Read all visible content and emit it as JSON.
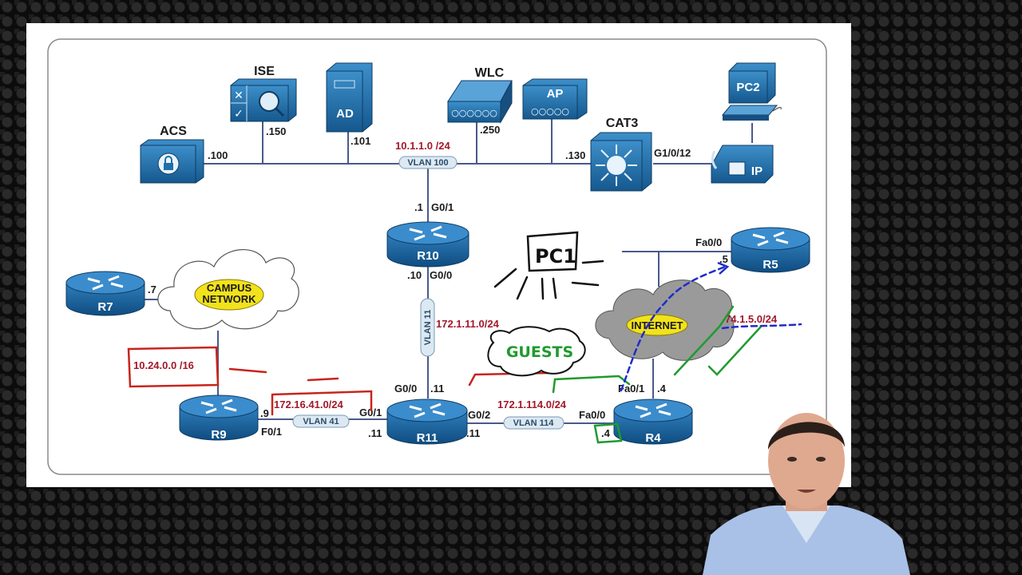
{
  "diagram": {
    "devices": {
      "acs": "ACS",
      "ise": "ISE",
      "ad": "AD",
      "wlc": "WLC",
      "ap": "AP",
      "cat3": "CAT3",
      "pc2": "PC2",
      "ip_phone": "IP",
      "r10": "R10",
      "r7": "R7",
      "r5": "R5",
      "r9": "R9",
      "r11": "R11",
      "r4": "R4"
    },
    "clouds": {
      "campus": "CAMPUS NETWORK",
      "internet": "INTERNET"
    },
    "host_ids": {
      "acs": ".100",
      "ise": ".150",
      "ad": ".101",
      "wlc": ".250",
      "cat3": ".130",
      "r10_top": ".1",
      "r10_bottom": ".10",
      "r7": ".7",
      "r5": ".5",
      "r9": ".9",
      "r11_left": ".11",
      "r11_top": ".11",
      "r11_right": ".11",
      "r4_top": ".4",
      "r4_left": ".4"
    },
    "interfaces": {
      "cat3_port": "G1/0/12",
      "r10_g01": "G0/1",
      "r10_g00": "G0/0",
      "r5_fa00": "Fa0/0",
      "r11_g00": "G0/0",
      "r11_g01": "G0/1",
      "r11_g02": "G0/2",
      "r9_f01": "F0/1",
      "r4_fa00": "Fa0/0",
      "r4_fa01": "Fa0/1"
    },
    "subnets": {
      "vlan100": "10.1.1.0 /24",
      "vlan11": "172.1.11.0/24",
      "campus": "10.24.0.0 /16",
      "vlan41": "172.16.41.0/24",
      "vlan114": "172.1.114.0/24",
      "internet": "74.1.5.0/24"
    },
    "vlans": {
      "v100": "VLAN 100",
      "v11": "VLAN 11",
      "v41": "VLAN 41",
      "v114": "VLAN 114"
    },
    "annotations": {
      "pc1": "PC1",
      "guests": "GUESTS"
    },
    "colors": {
      "device_blue": "#1f6fa8",
      "subnet_red": "#a3182a",
      "annot_red": "#c8241e",
      "annot_green": "#1f9a2e",
      "annot_blue": "#1f2ccc"
    }
  }
}
